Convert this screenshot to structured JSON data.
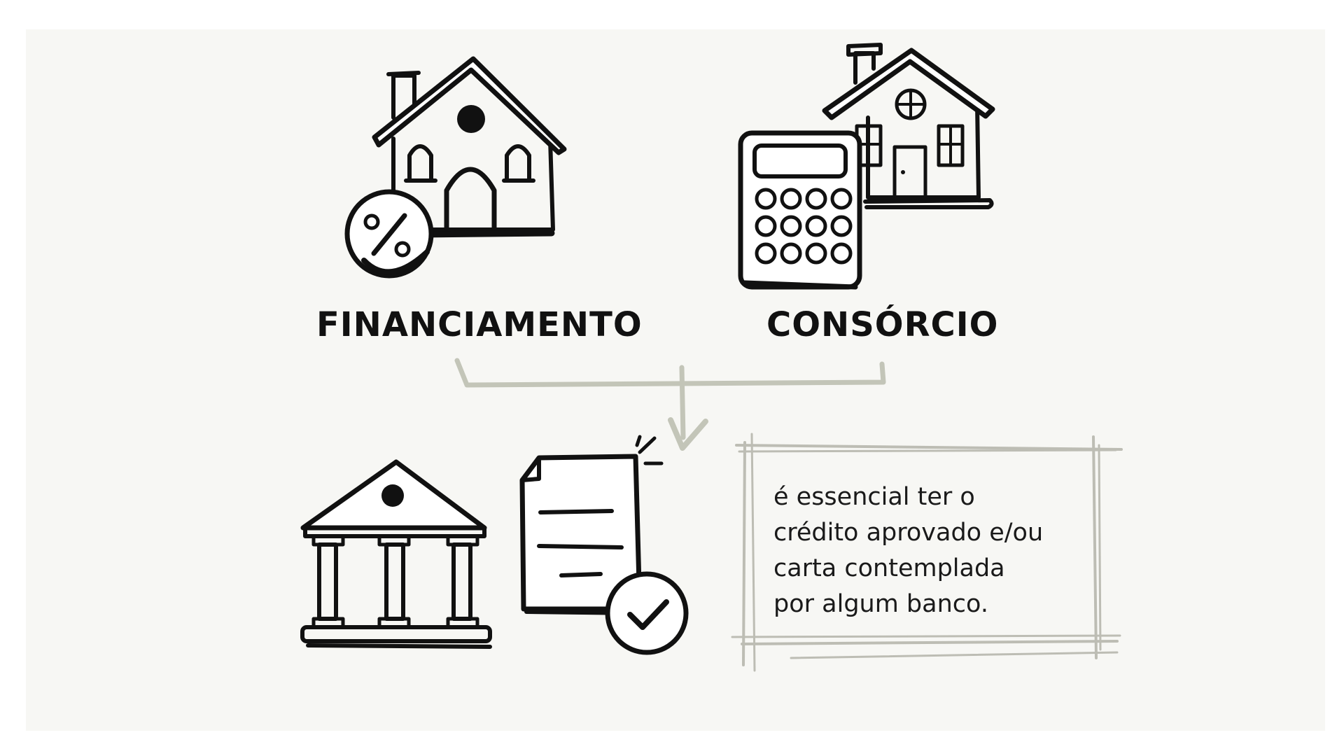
{
  "left_label": "FINANCIAMENTO",
  "right_label": "CONSÓRCIO",
  "note": {
    "lines": [
      "é essencial ter o",
      "crédito aprovado e/ou",
      "carta contemplada",
      "por algum banco."
    ]
  },
  "icons": {
    "financing": "house-with-percent-coin-icon",
    "consortium_house": "house-icon",
    "consortium_calculator": "calculator-icon",
    "bank": "bank-building-icon",
    "document": "approved-document-icon",
    "merge_arrow": "merge-arrow-icon"
  },
  "colors": {
    "panel": "#f7f7f4",
    "ink": "#111111",
    "connector": "#c3c5b8"
  }
}
